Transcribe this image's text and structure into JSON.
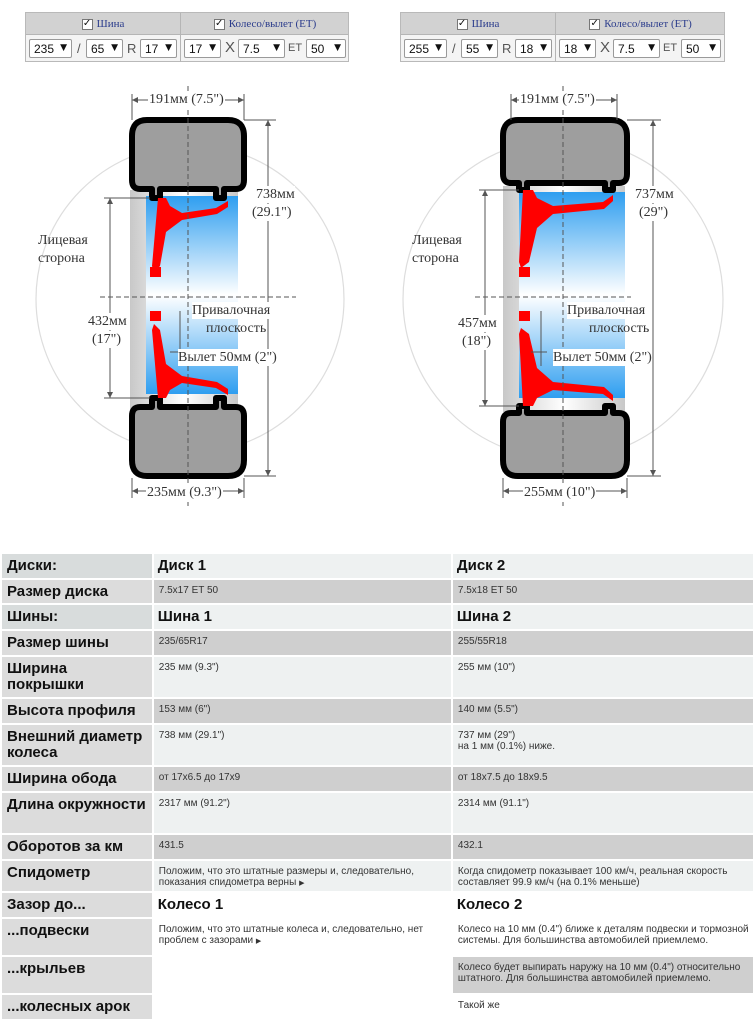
{
  "panels": [
    {
      "tyre_header": "Шина",
      "wheel_header": "Колесо/вылет (ET)",
      "width": "235",
      "slash": "/",
      "profile": "65",
      "r_label": "R",
      "diameter": "17",
      "rim_diameter": "17",
      "x_label": "X",
      "rim_width": "7.5",
      "et_label": "ET",
      "et_value": "50"
    },
    {
      "tyre_header": "Шина",
      "wheel_header": "Колесо/вылет (ET)",
      "width": "255",
      "slash": "/",
      "profile": "55",
      "r_label": "R",
      "diameter": "18",
      "rim_diameter": "18",
      "x_label": "X",
      "rim_width": "7.5",
      "et_label": "ET",
      "et_value": "50"
    }
  ],
  "diagrams": [
    {
      "top_width": "191мм (7.5\")",
      "outer_diameter_1": "738мм",
      "outer_diameter_2": "(29.1\")",
      "face_side_1": "Лицевая",
      "face_side_2": "сторона",
      "mount_plane_1": "Привалочная",
      "mount_plane_2": "плоскость",
      "rim_diameter_1": "432мм",
      "rim_diameter_2": "(17\")",
      "offset": "Вылет 50мм (2\")",
      "bottom_width": "235мм (9.3\")",
      "tyre_width_frac": 0.235,
      "diameter_frac": 0.738,
      "rim_frac": 0.432
    },
    {
      "top_width": "191мм (7.5\")",
      "outer_diameter_1": "737мм",
      "outer_diameter_2": "(29\")",
      "face_side_1": "Лицевая",
      "face_side_2": "сторона",
      "mount_plane_1": "Привалочная",
      "mount_plane_2": "плоскость",
      "rim_diameter_1": "457мм",
      "rim_diameter_2": "(18\")",
      "offset": "Вылет 50мм (2\")",
      "bottom_width": "255мм (10\")",
      "tyre_width_frac": 0.255,
      "diameter_frac": 0.737,
      "rim_frac": 0.457
    }
  ],
  "table": {
    "rows": [
      {
        "label": "Диски:",
        "col1": "Диск 1",
        "col2": "Диск 2",
        "kind": "head"
      },
      {
        "label": "Размер диска",
        "col1": "7.5x17 ET 50",
        "col2": "7.5x18 ET 50",
        "kind": "val"
      },
      {
        "label": "Шины:",
        "col1": "Шина 1",
        "col2": "Шина 2",
        "kind": "head"
      },
      {
        "label": "Размер шины",
        "col1": "235/65R17",
        "col2": "255/55R18",
        "kind": "val"
      },
      {
        "label": "Ширина покрышки",
        "col1": "235 мм (9.3\")",
        "col2": "255 мм (10\")",
        "kind": "val"
      },
      {
        "label": "Высота профиля",
        "col1": "153 мм (6\")",
        "col2": "140 мм (5.5\")",
        "kind": "val"
      },
      {
        "label": "Внешний диаметр колеса",
        "col1": "738 мм (29.1\")",
        "col2": "737 мм (29\")",
        "col2_extra": "на 1 мм (0.1%) ниже.",
        "kind": "val"
      },
      {
        "label": "Ширина обода",
        "col1": "от 17x6.5 до 17x9",
        "col2": "от 18x7.5 до 18x9.5",
        "kind": "val"
      },
      {
        "label": "Длина окружности",
        "col1": "2317 мм (91.2\")",
        "col2": "2314 мм (91.1\")",
        "kind": "val"
      },
      {
        "label": "Оборотов за км",
        "col1": "431.5",
        "col2": "432.1",
        "kind": "val"
      },
      {
        "label": "Спидометр",
        "col1": "Положим, что это штатные размеры и, следовательно, показания спидометра верны",
        "col2": "Когда спидометр показывает 100 км/ч, реальная скорость составляет 99.9 км/ч (на 0.1% меньше)",
        "kind": "val"
      },
      {
        "label": "Зазор до...",
        "col1": "Колесо 1",
        "col2": "Колесо 2",
        "kind": "head"
      },
      {
        "label": "...подвески",
        "col1": "Положим, что это штатные колеса и, следовательно, нет проблем с зазорами",
        "col2": "Колесо на 10 мм (0.4\") ближе к деталям подвески и тормозной системы. Для большинства автомобилей приемлемо.",
        "kind": "val"
      },
      {
        "label": "...крыльев",
        "col2": "Колесо будет выпирать наружу на 10 мм (0.4\") относительно штатного. Для большинства автомобилей приемлемо.",
        "kind": "val"
      },
      {
        "label": "...колесных арок",
        "col2": "Такой же",
        "kind": "val"
      }
    ]
  },
  "colors": {
    "header_text": "#2b3c8c",
    "rim_red": "#ff0000",
    "tyre_grey": "#9e9e9e",
    "blue_gradient": "#3aa6f0"
  }
}
